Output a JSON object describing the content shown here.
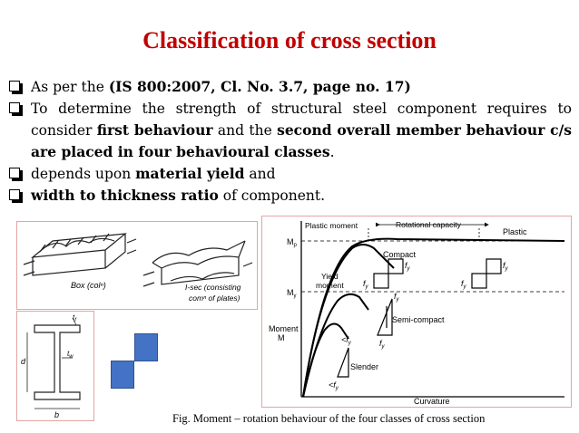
{
  "title": "Classification of cross section",
  "bullets": {
    "b1": {
      "pre": "As per the ",
      "bold": "(IS 800:2007, Cl. No. 3.7, page no. 17)"
    },
    "b2": {
      "t1": "To determine the strength of structural steel component requires to consider ",
      "b1": "first behaviour",
      "t2": " and the ",
      "b2": "second overall member behaviour c/s are placed in four behavioural classes",
      "t3": "."
    },
    "b3": {
      "pre": "depends upon ",
      "bold": "material yield",
      "post": " and"
    },
    "b4": {
      "bold": "width to thickness ratio",
      "post": " of component."
    }
  },
  "sketch": {
    "left_label": "Box (colⁿ)",
    "right_label_1": "I-sec (consisting",
    "right_label_2": "comⁿ of plates)"
  },
  "isection": {
    "tf": "t",
    "tf_sub": "f",
    "tw": "t",
    "tw_sub": "w",
    "d": "d",
    "b": "b"
  },
  "graph": {
    "plastic_moment": "Plastic moment",
    "rotational_capacity": "Rotational capacity",
    "plastic": "Plastic",
    "compact": "Compact",
    "yield_moment_1": "Yield",
    "yield_moment_2": "moment",
    "semi_compact": "Semi-compact",
    "slender": "Slender",
    "moment_1": "Moment",
    "moment_2": "M",
    "curvature": "Curvature",
    "mp": "M",
    "mp_sub": "p",
    "my": "M",
    "my_sub": "y",
    "fy": "f",
    "fy_sub": "y",
    "lt_fy": "<f",
    "lt_fy_sub": "y"
  },
  "caption": "Fig. Moment – rotation behaviour of the four classes of cross section",
  "colors": {
    "title": "#c00000",
    "square": "#4472c4",
    "panel_border": "#e4a5a5"
  }
}
